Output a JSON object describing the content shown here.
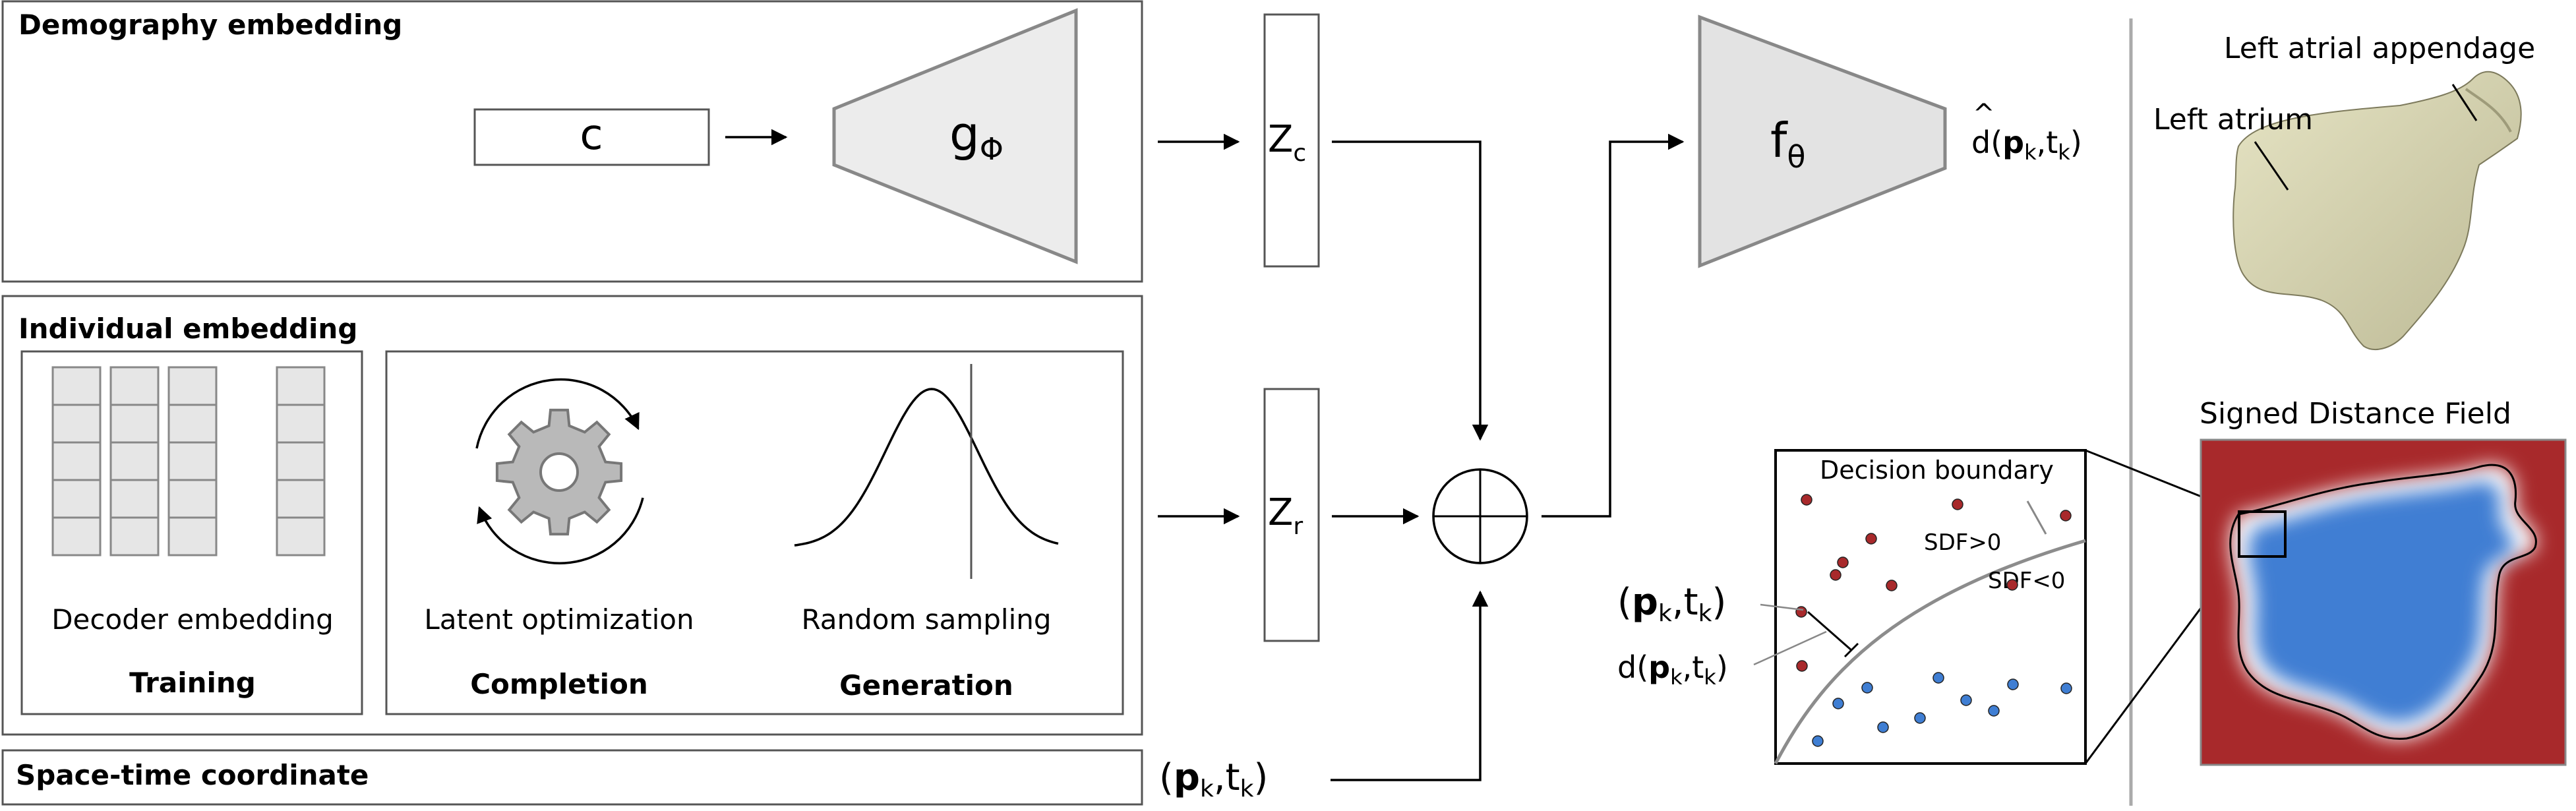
{
  "demography": {
    "title": "Demography embedding",
    "input_label": "c",
    "encoder_label": "g",
    "encoder_sub": "Φ"
  },
  "individual": {
    "title": "Individual embedding",
    "decoder_label": "Decoder embedding",
    "training_label": "Training",
    "optimization_label": "Latent optimization",
    "completion_label": "Completion",
    "sampling_label": "Random sampling",
    "generation_label": "Generation"
  },
  "spacetime": {
    "title": "Space-time coordinate",
    "coord_p": "p",
    "coord_k1": "k",
    "coord_t": ",t",
    "coord_k2": "k",
    "open": "(",
    "close": ")"
  },
  "latents": {
    "zc_main": "Z",
    "zc_sub": "c",
    "zr_main": "Z",
    "zr_sub": "r"
  },
  "decoder": {
    "label": "f",
    "sub": "θ",
    "output_hat": "^",
    "output_d": "d(",
    "output_p": "p",
    "output_k1": "k",
    "output_t": ",t",
    "output_k2": "k",
    "output_close": ")"
  },
  "anatomy": {
    "appendage_label": "Left atrial appendage",
    "atrium_label": "Left atrium",
    "sdf_title": "Signed Distance Field"
  },
  "zoom": {
    "boundary_label": "Decision boundary",
    "sdf_pos": "SDF>0",
    "sdf_neg": "SDF<0",
    "point_label_open": "(",
    "point_label_p": "p",
    "point_label_k1": "k",
    "point_label_t": ",t",
    "point_label_k2": "k",
    "point_label_close": ")",
    "dist_label_d": "d(",
    "dist_label_p": "p",
    "dist_label_k1": "k",
    "dist_label_t": ",t",
    "dist_label_k2": "k",
    "dist_label_close": ")"
  },
  "colors": {
    "outside": "#a8292b",
    "inside": "#3f7ed3",
    "surface": "#d8d6b3",
    "box_fill": "#e6e6e6",
    "box_stroke": "#888888"
  }
}
